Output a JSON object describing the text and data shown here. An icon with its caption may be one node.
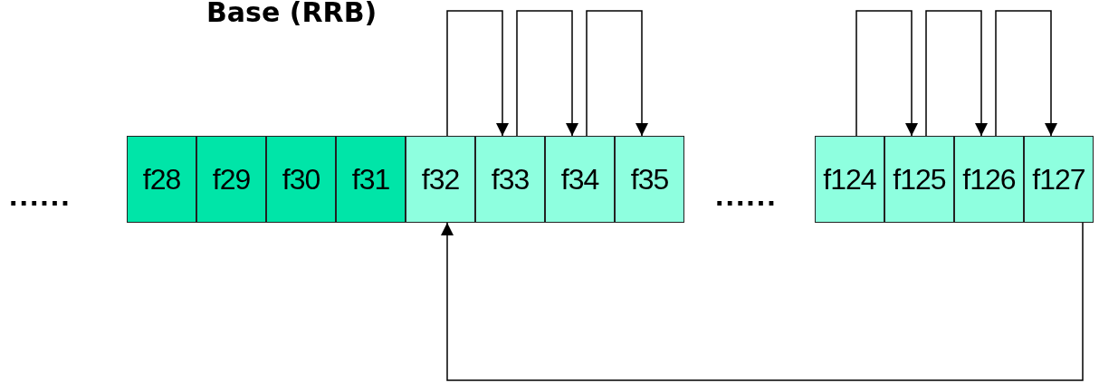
{
  "diagram": {
    "title": "Base (RRB)",
    "nodes": [
      {
        "text": [
          "f28"
        ]
      },
      {
        "text": [
          "f29"
        ]
      },
      {
        "text": [
          "f30"
        ]
      },
      {
        "text": [
          "f31"
        ]
      },
      {
        "text": [
          "f32"
        ]
      },
      {
        "text": [
          "f33"
        ]
      },
      {
        "text": [
          "f34"
        ]
      },
      {
        "text": [
          "f35"
        ]
      },
      {
        "text": [
          "f124"
        ]
      },
      {
        "text": [
          "f125"
        ]
      },
      {
        "text": [
          "f126"
        ]
      },
      {
        "text": [
          "f127"
        ]
      }
    ],
    "edges": [
      {
        "from": 4,
        "to": 5,
        "arrow": "to"
      },
      {
        "from": 5,
        "to": 6,
        "arrow": "to"
      },
      {
        "from": 6,
        "to": 7,
        "arrow": "to"
      },
      {
        "from": 8,
        "to": 9,
        "arrow": "to"
      },
      {
        "from": 9,
        "to": 10,
        "arrow": "to"
      },
      {
        "from": 10,
        "to": 11,
        "arrow": "to"
      },
      {
        "from": 11,
        "to": 4,
        "arrow": "to"
      }
    ],
    "labels": [
      "......",
      "......"
    ]
  }
}
